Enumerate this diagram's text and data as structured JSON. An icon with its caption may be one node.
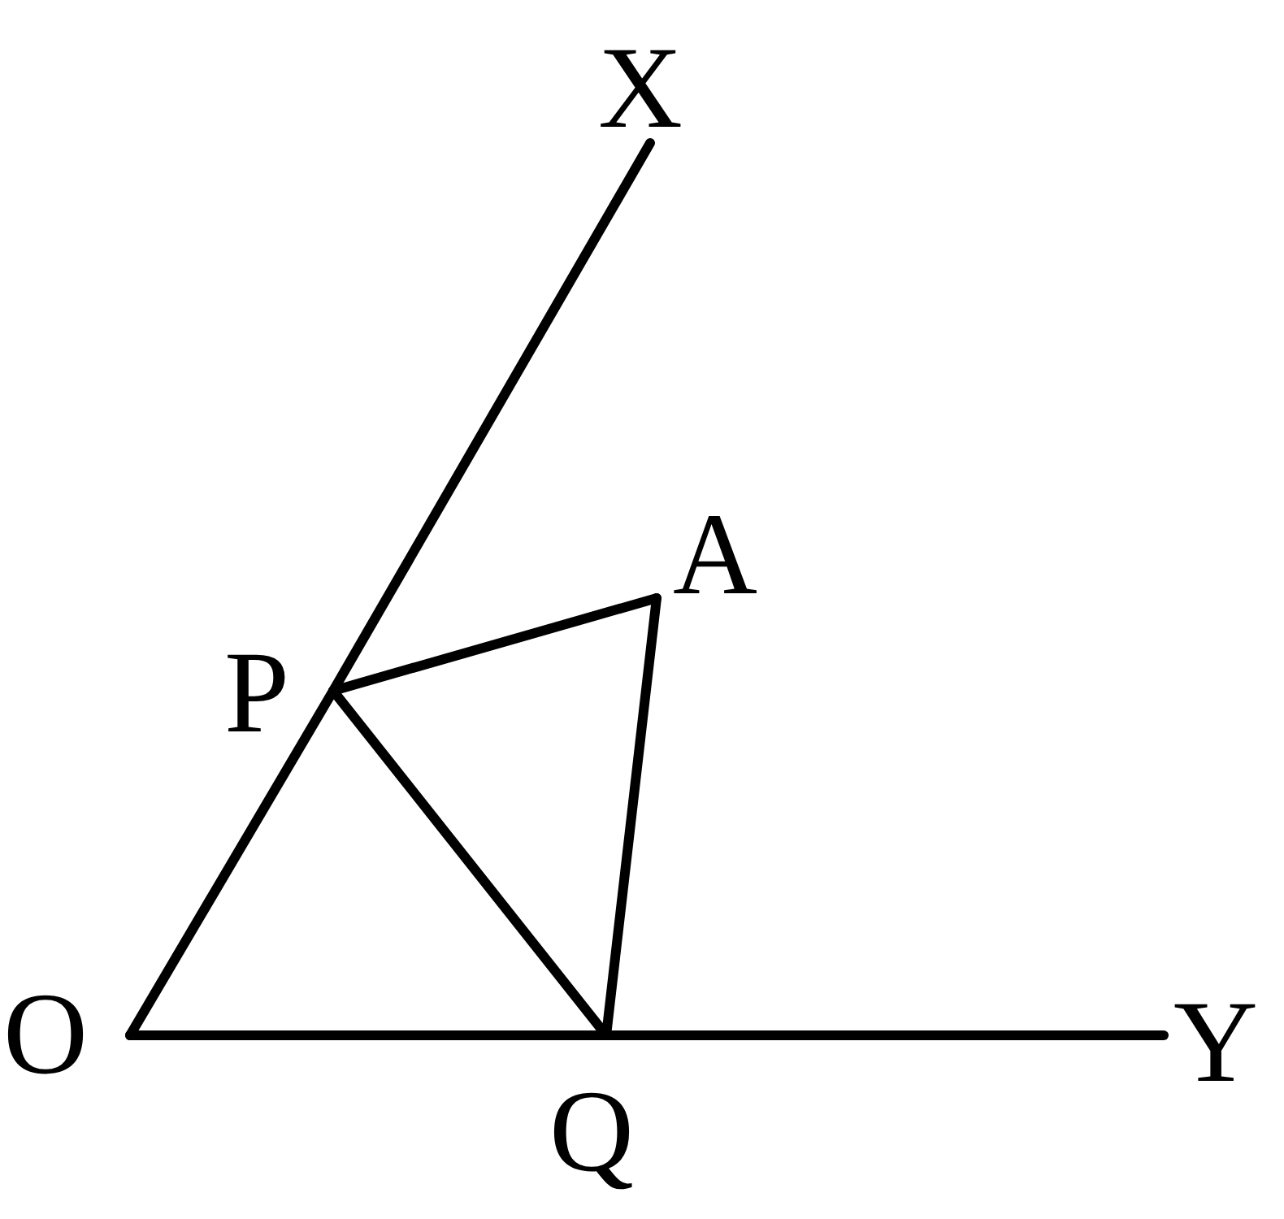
{
  "diagram": {
    "nodes": [
      {
        "text": [
          "X"
        ]
      },
      {
        "text": [
          "A"
        ]
      },
      {
        "text": [
          "P"
        ]
      },
      {
        "text": [
          "O"
        ]
      },
      {
        "text": [
          "Q"
        ]
      },
      {
        "text": [
          "Y"
        ]
      }
    ],
    "edges": [
      {
        "from": 3,
        "to": 2,
        "arrow": "none"
      },
      {
        "from": 2,
        "to": 0,
        "arrow": "none"
      },
      {
        "from": 3,
        "to": 4,
        "arrow": "none"
      },
      {
        "from": 4,
        "to": 5,
        "arrow": "none"
      },
      {
        "from": 2,
        "to": 1,
        "arrow": "none"
      },
      {
        "from": 1,
        "to": 4,
        "arrow": "none"
      },
      {
        "from": 2,
        "to": 4,
        "arrow": "none"
      }
    ]
  }
}
